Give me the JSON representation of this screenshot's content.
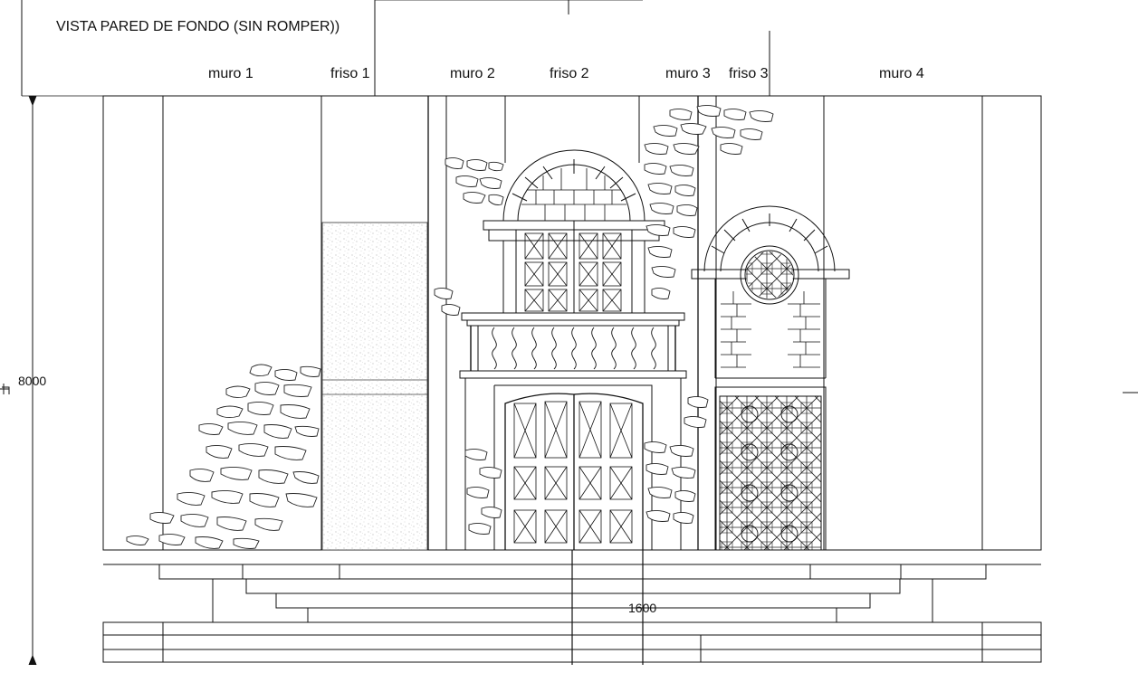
{
  "drawing": {
    "title": "VISTA PARED DE FONDO (SIN ROMPER))",
    "labels": {
      "muro1": "muro 1",
      "friso1": "friso 1",
      "muro2": "muro 2",
      "friso2": "friso 2",
      "muro3": "muro 3",
      "friso3": "friso 3",
      "muro4": "muro 4"
    },
    "dimensions": {
      "height": "8000",
      "width": "1600"
    }
  }
}
